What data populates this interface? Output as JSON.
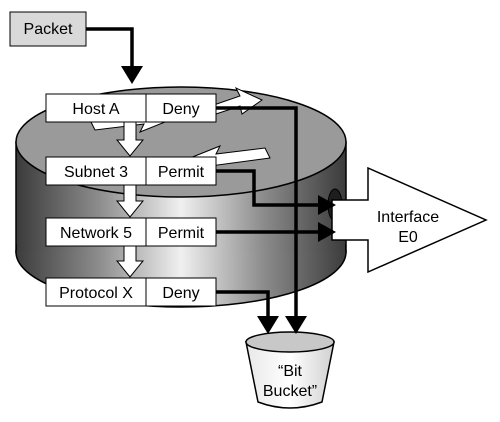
{
  "packet": {
    "label": "Packet"
  },
  "rules": [
    {
      "match": "Host A",
      "action": "Deny"
    },
    {
      "match": "Subnet 3",
      "action": "Permit"
    },
    {
      "match": "Network 5",
      "action": "Permit"
    },
    {
      "match": "Protocol X",
      "action": "Deny"
    }
  ],
  "interface": {
    "line1": "Interface",
    "line2": "E0"
  },
  "bucket": {
    "line1": "“Bit",
    "line2": "Bucket”"
  },
  "colors": {
    "router_top": "#9a9a9a",
    "router_side_dark": "#5a5a5a",
    "router_side_light": "#e6e6e6",
    "packet_fill": "#d9d9d9",
    "bucket_fill": "#c8c8c8",
    "arrow": "#000000"
  }
}
